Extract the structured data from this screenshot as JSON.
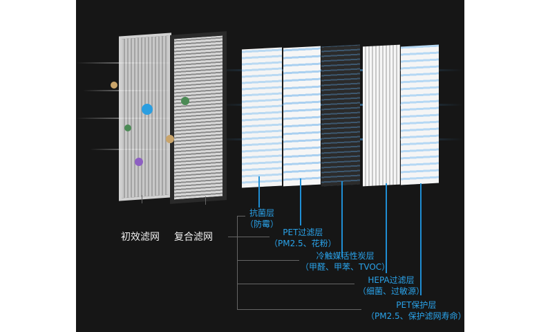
{
  "filters": {
    "primary": "初效滤网",
    "composite": "复合滤网"
  },
  "layers": [
    {
      "name": "抗菌层",
      "detail": "（防霉）"
    },
    {
      "name": "PET过滤层",
      "detail": "（PM2.5、花粉）"
    },
    {
      "name": "冷触媒活性炭层",
      "detail": "（甲醛、甲苯、TVOC）"
    },
    {
      "name": "HEPA过滤层",
      "detail": "（细菌、过敏源）"
    },
    {
      "name": "PET保护层",
      "detail": "（PM2.5、保护滤网寿命）"
    }
  ],
  "colors": {
    "background": "#161616",
    "accent": "#2aa3ea"
  }
}
